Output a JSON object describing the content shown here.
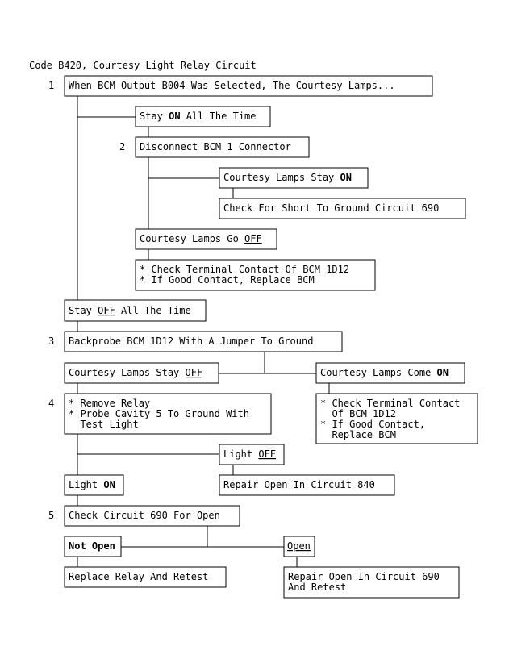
{
  "title": "Code B420, Courtesy Light Relay Circuit",
  "steps": {
    "s1": "1",
    "s2": "2",
    "s3": "3",
    "s4": "4",
    "s5": "5"
  },
  "boxes": {
    "q1": "When BCM Output B004 Was Selected, The Courtesy Lamps...",
    "stay_on": {
      "pre": "Stay ",
      "em": "ON",
      "post": " All The Time"
    },
    "disconnect": "Disconnect BCM 1 Connector",
    "lamps_stay_on": {
      "pre": "Courtesy Lamps Stay ",
      "em": "ON"
    },
    "check_short": "Check For Short To Ground Circuit 690",
    "lamps_go_off": {
      "pre": "Courtesy Lamps Go ",
      "em": "OFF"
    },
    "check_terminal_1": [
      "* Check Terminal Contact Of BCM 1D12",
      "* If Good Contact, Replace BCM"
    ],
    "stay_off": {
      "pre": "Stay ",
      "em": "OFF",
      "post": " All The Time"
    },
    "backprobe": "Backprobe BCM 1D12 With A Jumper To Ground",
    "lamps_stay_off": {
      "pre": "Courtesy Lamps Stay ",
      "em": "OFF"
    },
    "lamps_come_on": {
      "pre": "Courtesy Lamps Come ",
      "em": "ON"
    },
    "remove_relay": [
      "* Remove Relay",
      "* Probe Cavity 5 To Ground With",
      "  Test Light"
    ],
    "check_terminal_2": [
      "* Check Terminal Contact",
      "  Of BCM 1D12",
      "* If Good Contact,",
      "  Replace BCM"
    ],
    "light_off": {
      "pre": "Light ",
      "em": "OFF"
    },
    "light_on": {
      "pre": "Light ",
      "em": "ON"
    },
    "repair_840": "Repair Open In Circuit 840",
    "check_690": "Check Circuit 690 For Open",
    "not_open": "Not Open",
    "open": "Open",
    "replace_relay": "Replace Relay And Retest",
    "repair_690": [
      "Repair Open In Circuit 690",
      "And Retest"
    ]
  }
}
